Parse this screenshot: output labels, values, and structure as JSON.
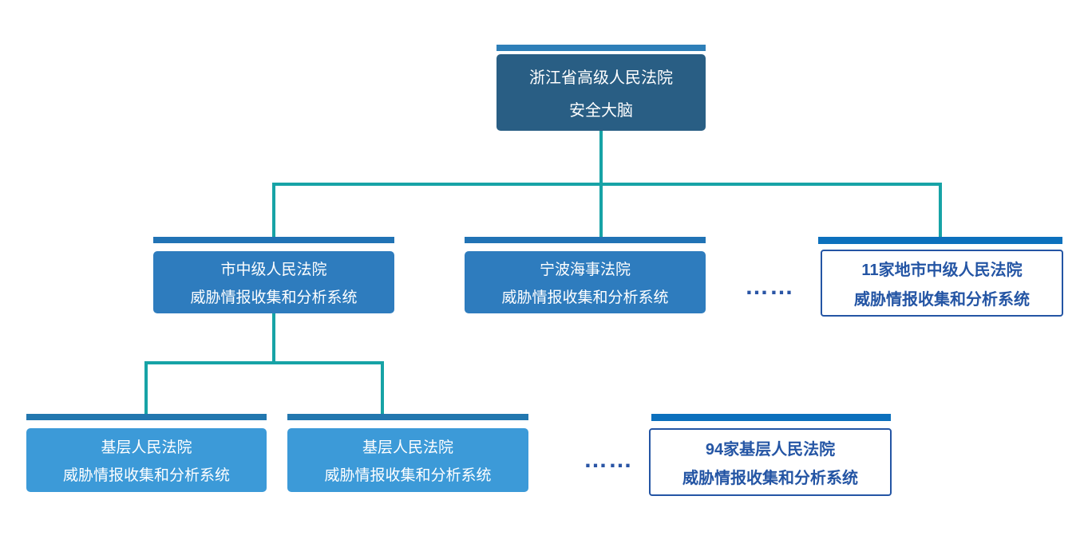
{
  "diagram": {
    "root": {
      "line1": "浙江省高级人民法院",
      "line2": "安全大脑"
    },
    "middle_row": {
      "intermediate_court": {
        "line1": "市中级人民法院",
        "line2": "威胁情报收集和分析系统"
      },
      "ningbo_maritime_court": {
        "line1": "宁波海事法院",
        "line2": "威胁情报收集和分析系统"
      },
      "ellipsis": "……",
      "cities_summary": {
        "line1": "11家地市中级人民法院",
        "line2": "威胁情报收集和分析系统"
      }
    },
    "bottom_row": {
      "basic_court_1": {
        "line1": "基层人民法院",
        "line2": "威胁情报收集和分析系统"
      },
      "basic_court_2": {
        "line1": "基层人民法院",
        "line2": "威胁情报收集和分析系统"
      },
      "ellipsis": "……",
      "basic_summary": {
        "line1": "94家基层人民法院",
        "line2": "威胁情报收集和分析系统"
      }
    },
    "colors": {
      "connector_teal": "#17a3a6",
      "root_box_fill": "#295e84",
      "root_accent_bar": "#2e7fb8",
      "middle_box_fill": "#2e7cbe",
      "middle_accent_bar": "#2173b5",
      "leaf_box_fill": "#3c9ad8",
      "leaf_accent_bar": "#2277af",
      "outline_box_border_text": "#2455a4",
      "outline_accent_bar": "#0c70bd",
      "box_text_light": "#ffffff"
    }
  }
}
